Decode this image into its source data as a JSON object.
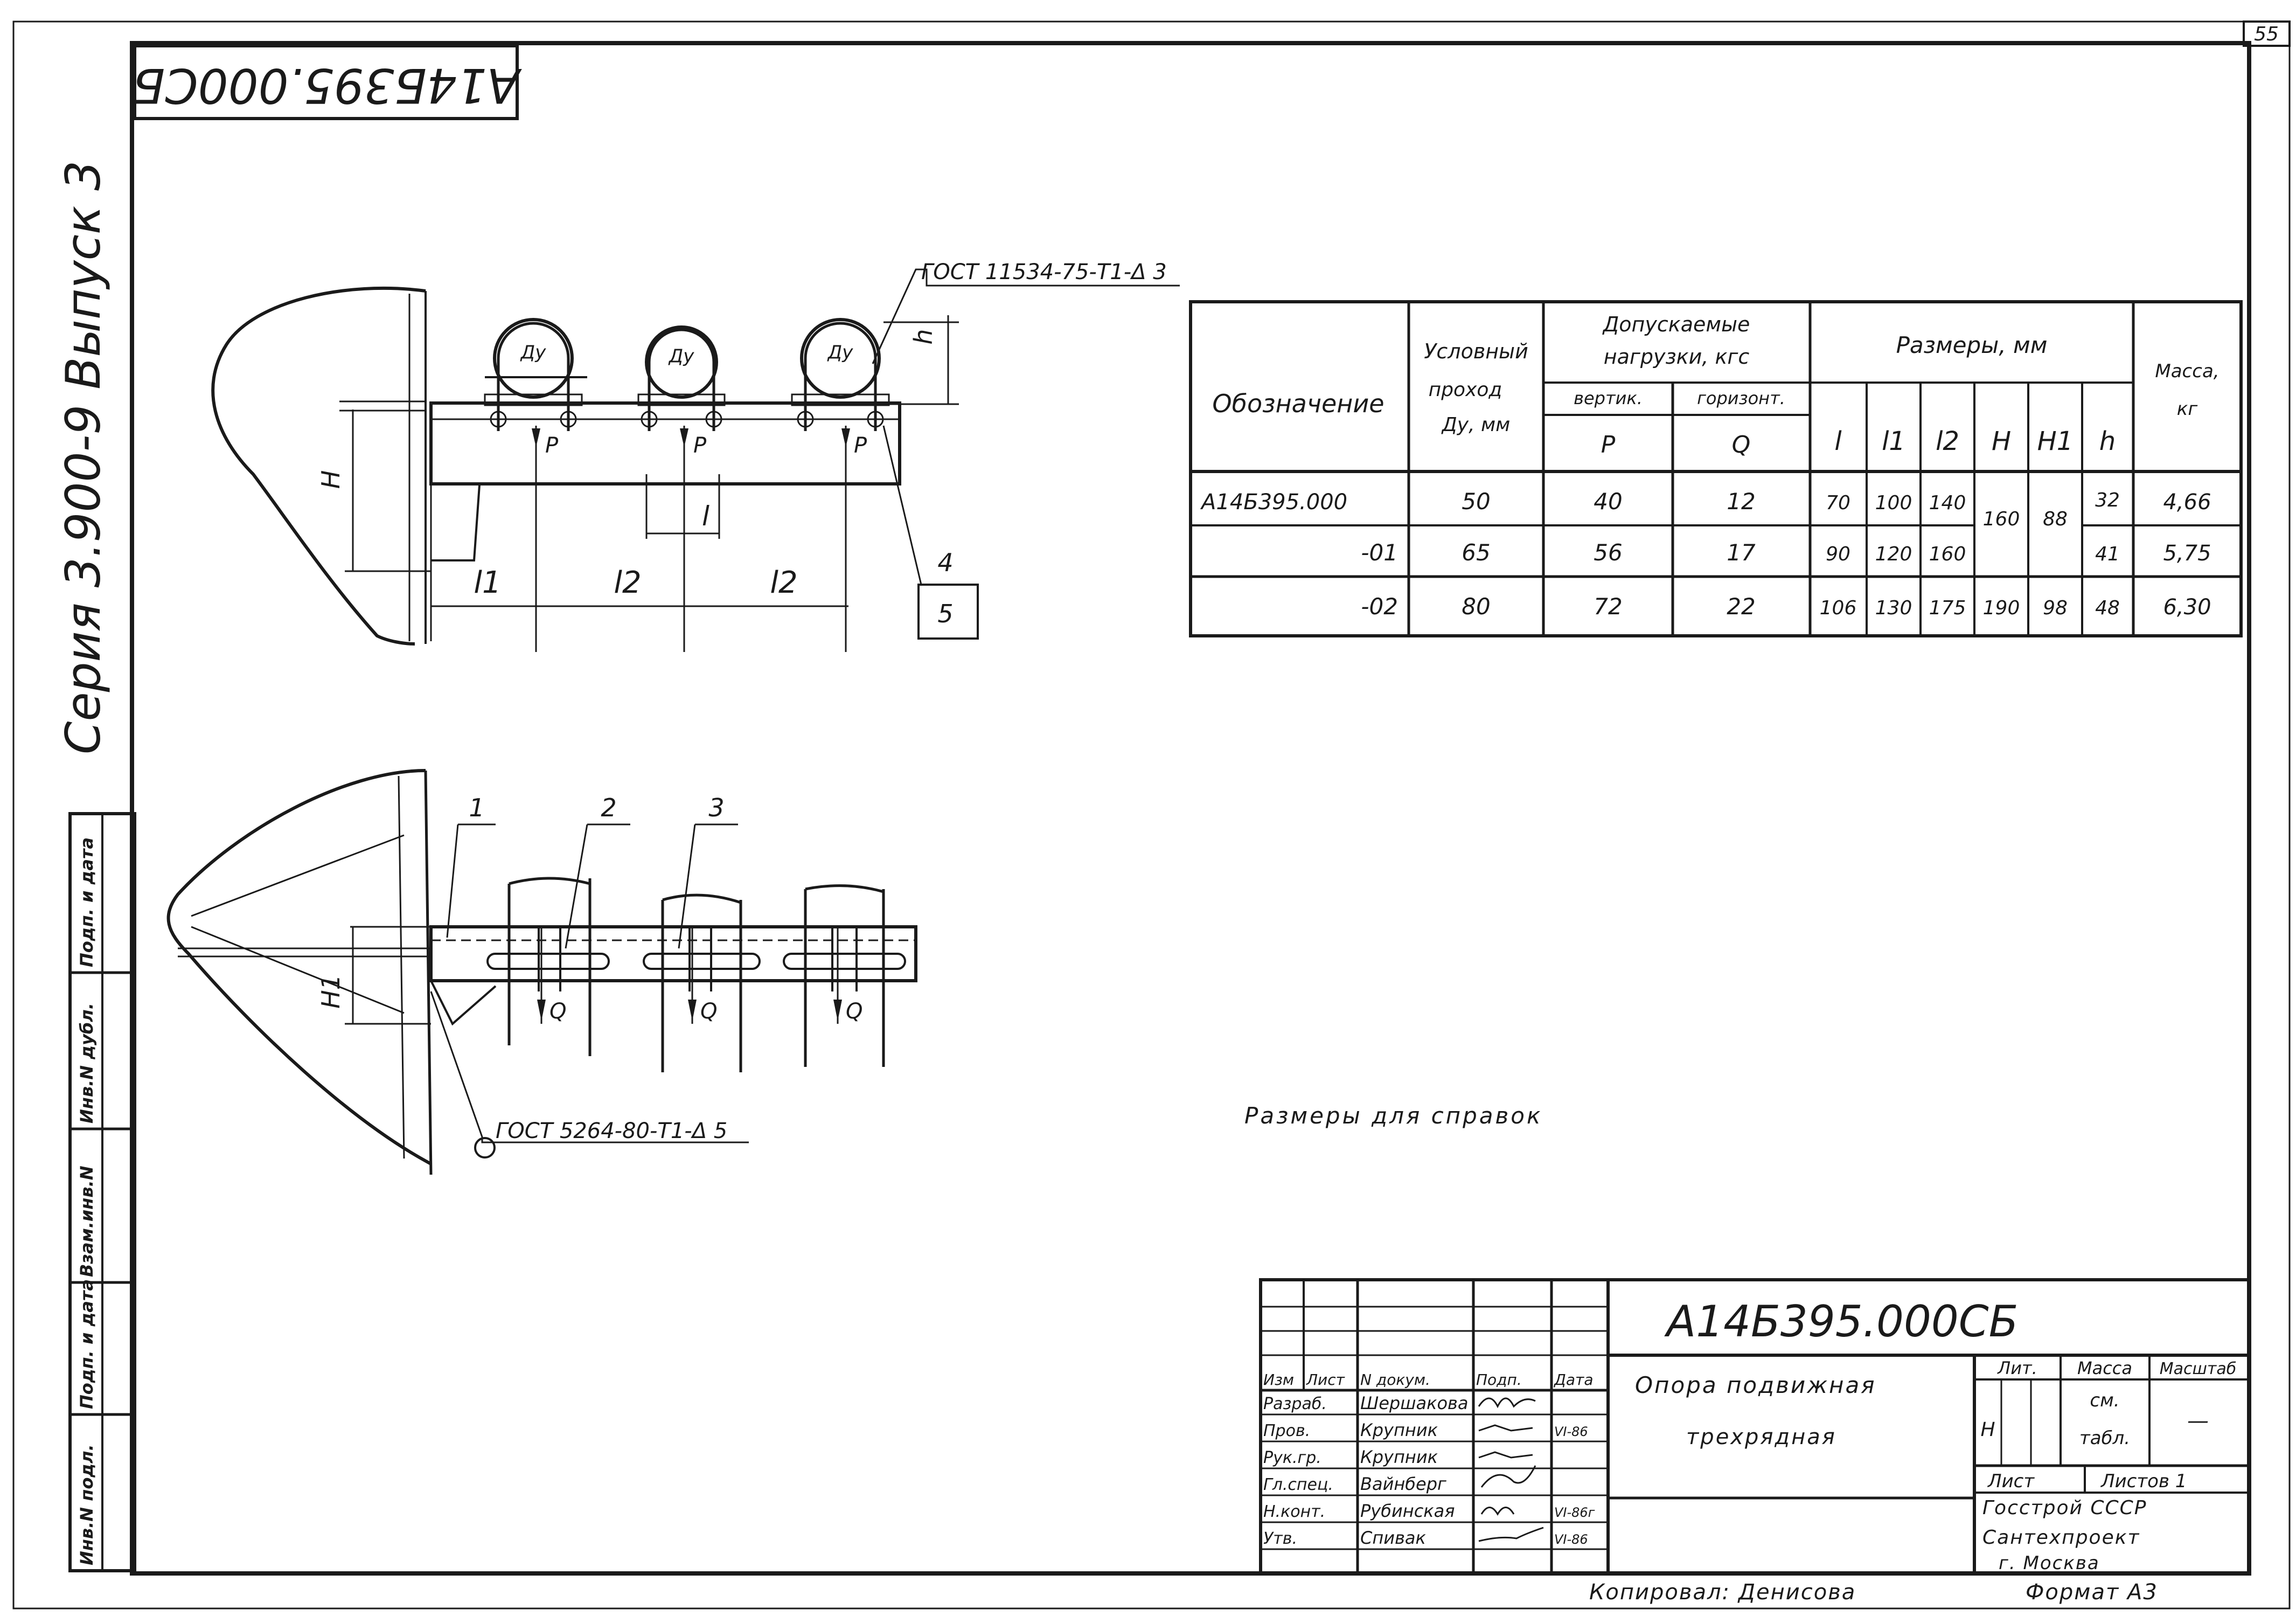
{
  "sheet": {
    "page_number": "55",
    "top_stamp": "А14Б395.000СБ",
    "series": "Серия 3.900-9   Выпуск 3"
  },
  "side_stamp": [
    "Инв.N подл.",
    "Подп. и дата",
    "Взам.инв.N",
    "Инв.N дубл.",
    "Подп. и дата"
  ],
  "drawing": {
    "weld_top": "ГОСТ 11534-75-Т1-Δ 3",
    "weld_bottom": "ГОСТ 5264-80-Т1-Δ 5",
    "dim_H": "Н",
    "dim_H1": "Н1",
    "dim_l": "l",
    "dim_l1": "l1",
    "dim_l2": "l2",
    "dim_h": "h",
    "dn_label": "Ду",
    "load_P": "Р",
    "load_Q": "Q",
    "part_1": "1",
    "part_2": "2",
    "part_3": "3",
    "part_4": "4",
    "part_5": "5"
  },
  "table": {
    "headers": {
      "designation": "Обозначение",
      "dn": [
        "Условный",
        "проход",
        "Ду, мм"
      ],
      "loads": [
        "Допускаемые",
        "нагрузки, кгс"
      ],
      "vert": "вертик.",
      "horiz": "горизонт.",
      "P": "Р",
      "Q": "Q",
      "sizes": "Размеры, мм",
      "l": "l",
      "l1": "l1",
      "l2": "l2",
      "H": "Н",
      "H1": "Н1",
      "h": "h",
      "mass": [
        "Масса,",
        "кг"
      ]
    },
    "rows": [
      {
        "designation": "А14Б395.000",
        "dn": "50",
        "P": "40",
        "Q": "12",
        "l": "70",
        "l1": "100",
        "l2": "140",
        "h": "32",
        "mass": "4,66"
      },
      {
        "designation": "-01",
        "dn": "65",
        "P": "56",
        "Q": "17",
        "l": "90",
        "l1": "120",
        "l2": "160",
        "h": "41",
        "mass": "5,75"
      },
      {
        "designation": "-02",
        "dn": "80",
        "P": "72",
        "Q": "22",
        "l": "106",
        "l1": "130",
        "l2": "175",
        "H": "190",
        "H1": "98",
        "h": "48",
        "mass": "6,30"
      }
    ],
    "merged_H": "160",
    "merged_H1": "88"
  },
  "note": "Размеры для справок",
  "title_block": {
    "code": "А14Б395.000СБ",
    "name_line1": "Опора подвижная",
    "name_line2": "трехрядная",
    "col_headers": [
      "Изм",
      "Лист",
      "N докум.",
      "Подп.",
      "Дата"
    ],
    "roles": [
      {
        "role": "Разраб.",
        "name": "Шершакова",
        "date": ""
      },
      {
        "role": "Пров.",
        "name": "Крупник",
        "date": "VI-86"
      },
      {
        "role": "Рук.гр.",
        "name": "Крупник",
        "date": ""
      },
      {
        "role": "Гл.спец.",
        "name": "Вайнберг",
        "date": ""
      },
      {
        "role": "Н.конт.",
        "name": "Рубинская",
        "date": "VI-86г"
      },
      {
        "role": "Утв.",
        "name": "Спивак",
        "date": "VI-86"
      }
    ],
    "lit_label": "Лит.",
    "mass_label": "Масса",
    "scale_label": "Масштаб",
    "lit_value": "Н",
    "mass_value_1": "см.",
    "mass_value_2": "табл.",
    "scale_value": "—",
    "sheet_label": "Лист",
    "sheets_label": "Листов 1",
    "org_1": "Госстрой СССР",
    "org_2": "Сантехпроект",
    "org_3": "г. Москва"
  },
  "footer": {
    "copied": "Копировал: Денисова",
    "format": "Формат А3"
  }
}
